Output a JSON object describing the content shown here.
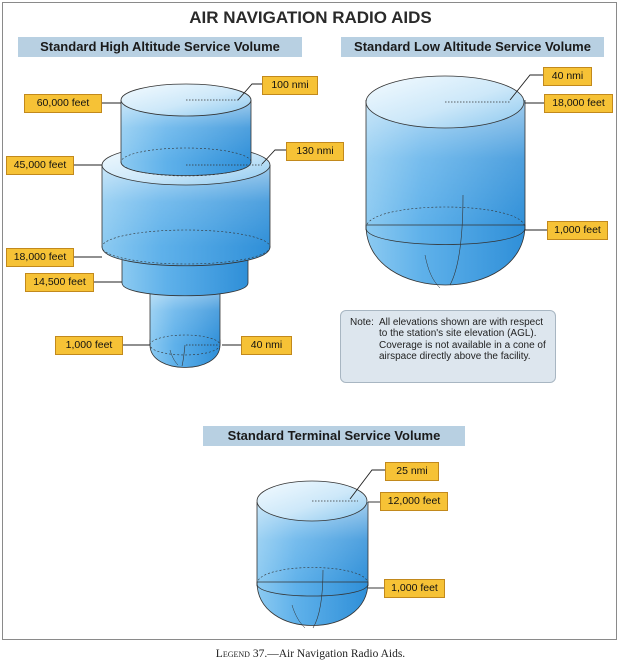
{
  "title": "AIR NAVIGATION RADIO AIDS",
  "caption": {
    "legend_word": "Legend",
    "rest": " 37.—Air Navigation Radio Aids."
  },
  "high": {
    "banner": "Standard High Altitude Service Volume",
    "tags": {
      "ft60000": "60,000 feet",
      "ft45000": "45,000 feet",
      "ft18000": "18,000 feet",
      "ft14500": "14,500 feet",
      "ft1000": "1,000 feet",
      "nmi100": "100 nmi",
      "nmi130": "130 nmi",
      "nmi40": "40 nmi"
    }
  },
  "low": {
    "banner": "Standard Low Altitude Service Volume",
    "tags": {
      "nmi40": "40 nmi",
      "ft18000": "18,000 feet",
      "ft1000": "1,000 feet"
    }
  },
  "terminal": {
    "banner": "Standard Terminal Service Volume",
    "tags": {
      "nmi25": "25 nmi",
      "ft12000": "12,000 feet",
      "ft1000": "1,000 feet"
    }
  },
  "note": {
    "label": "Note:",
    "text": "All elevations shown are with respect to the station's site elevation (AGL). Coverage is not available in a cone of airspace directly above the facility."
  },
  "colors": {
    "volume_light": "#eef7fd",
    "volume_dark": "#3f9ee0",
    "tag_fill": "#f6c236",
    "banner_fill": "#b8d0e2"
  }
}
